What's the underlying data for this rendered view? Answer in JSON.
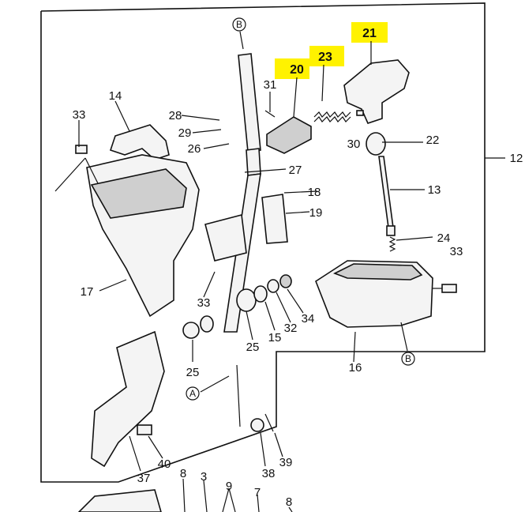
{
  "diagram": {
    "highlight_color": "#fff200",
    "labels": {
      "p3": "3",
      "p8a": "8",
      "p8b": "8",
      "p9": "9",
      "p7": "7",
      "p12": "12",
      "p13": "13",
      "p14": "14",
      "p15": "15",
      "p16": "16",
      "p17": "17",
      "p18": "18",
      "p19": "19",
      "p20": "20",
      "p21": "21",
      "p22": "22",
      "p23": "23",
      "p24": "24",
      "p25a": "25",
      "p25b": "25",
      "p26": "26",
      "p27": "27",
      "p28": "28",
      "p29": "29",
      "p30": "30",
      "p31": "31",
      "p32": "32",
      "p33a": "33",
      "p33b": "33",
      "p33c": "33",
      "p34": "34",
      "p37": "37",
      "p38": "38",
      "p39": "39",
      "p40": "40"
    },
    "refs": {
      "b_top": "B",
      "b_bottom": "B",
      "a_ref": "A"
    }
  }
}
